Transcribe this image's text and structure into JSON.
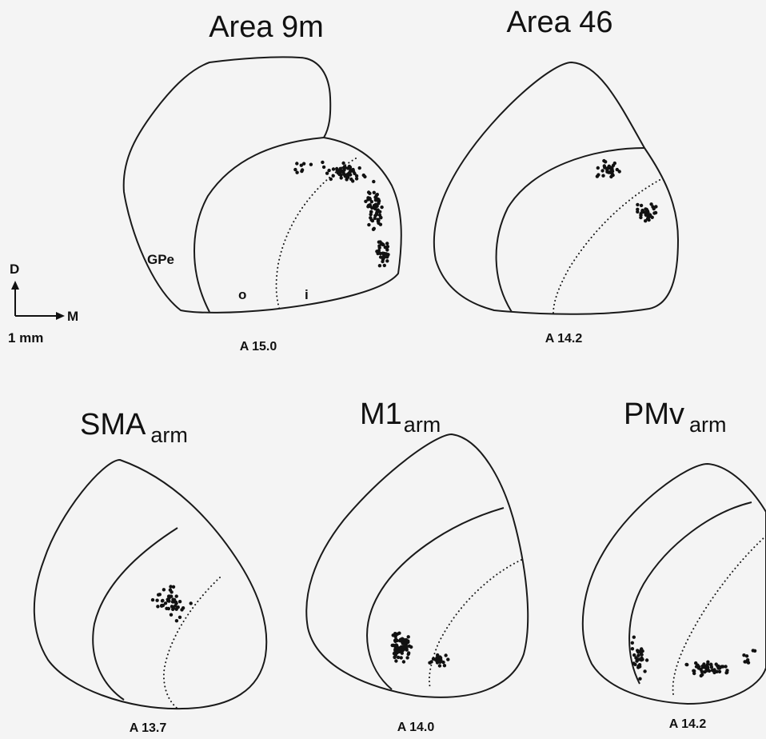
{
  "panels": [
    {
      "title": "Area 9m",
      "sub": "",
      "coordinate": "A 15.0",
      "labels": {
        "gpe": "GPe",
        "outer": "o",
        "inner": "i"
      }
    },
    {
      "title": "Area 46",
      "sub": "",
      "coordinate": "A 14.2"
    },
    {
      "title": "SMA",
      "sub": "arm",
      "coordinate": "A 13.7"
    },
    {
      "title": "M1",
      "sub": "arm",
      "coordinate": "A 14.0"
    },
    {
      "title": "PMv",
      "sub": "arm",
      "coordinate": "A 14.2"
    }
  ],
  "orientation": {
    "dorsal": "D",
    "medial": "M",
    "scale": "1 mm"
  }
}
